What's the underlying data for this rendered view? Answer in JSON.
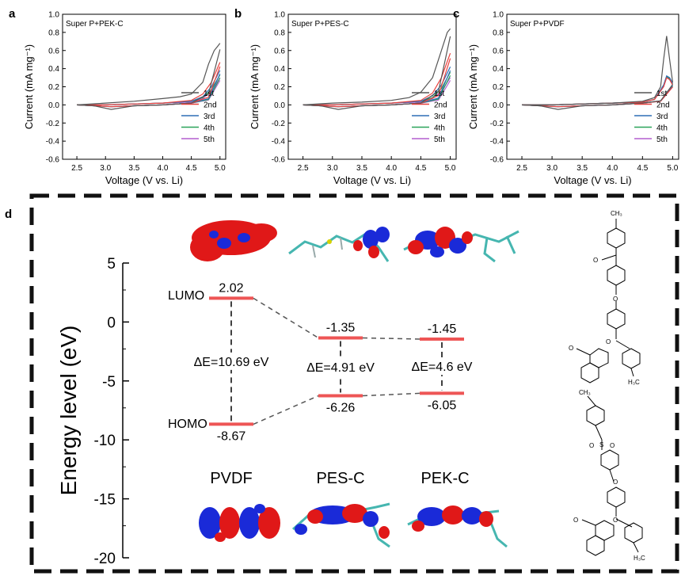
{
  "chart_data": [
    {
      "type": "line",
      "panel": "a",
      "inset_title": "Super P+PEK-C",
      "xlabel": "Voltage (V vs. Li)",
      "ylabel": "Current (mA mg⁻¹)",
      "xlim": [
        2.25,
        5.1
      ],
      "ylim": [
        -0.6,
        1.0
      ],
      "xticks": [
        "2.5",
        "3.0",
        "3.5",
        "4.0",
        "4.5",
        "5.0"
      ],
      "yticks": [
        "-0.6",
        "-0.4",
        "-0.2",
        "0.0",
        "0.2",
        "0.4",
        "0.6",
        "0.8",
        "1.0"
      ],
      "legend": "bottom-right",
      "series": [
        {
          "name": "1st",
          "color": "#555555",
          "peak": 0.68,
          "x": [
            2.5,
            3.0,
            3.5,
            4.0,
            4.3,
            4.5,
            4.7,
            4.8,
            4.9,
            4.95,
            5.0
          ],
          "y": [
            0.0,
            0.02,
            0.04,
            0.07,
            0.09,
            0.12,
            0.25,
            0.45,
            0.6,
            0.64,
            0.68
          ]
        },
        {
          "name": "2nd",
          "color": "#e8413e",
          "peak": 0.47,
          "x": [
            2.5,
            3.0,
            3.5,
            4.0,
            4.5,
            4.7,
            4.85,
            5.0
          ],
          "y": [
            0.0,
            0.0,
            0.01,
            0.02,
            0.05,
            0.12,
            0.25,
            0.47
          ]
        },
        {
          "name": "3rd",
          "color": "#2f6fb5",
          "peak": 0.38,
          "x": [
            2.5,
            3.0,
            3.5,
            4.0,
            4.5,
            4.7,
            4.85,
            5.0
          ],
          "y": [
            0.0,
            0.0,
            0.01,
            0.02,
            0.04,
            0.09,
            0.2,
            0.38
          ]
        },
        {
          "name": "4th",
          "color": "#2aa35a",
          "peak": 0.33,
          "x": [
            2.5,
            3.0,
            3.5,
            4.0,
            4.5,
            4.7,
            4.85,
            5.0
          ],
          "y": [
            0.0,
            0.0,
            0.01,
            0.02,
            0.04,
            0.08,
            0.17,
            0.33
          ]
        },
        {
          "name": "5th",
          "color": "#b35fcf",
          "peak": 0.3,
          "x": [
            2.5,
            3.0,
            3.5,
            4.0,
            4.5,
            4.7,
            4.85,
            5.0
          ],
          "y": [
            0.0,
            0.0,
            0.01,
            0.02,
            0.03,
            0.07,
            0.15,
            0.3
          ]
        }
      ]
    },
    {
      "type": "line",
      "panel": "b",
      "inset_title": "Super P+PES-C",
      "xlabel": "Voltage (V vs. Li)",
      "ylabel": "Current (mA mg⁻¹)",
      "xlim": [
        2.25,
        5.1
      ],
      "ylim": [
        -0.6,
        1.0
      ],
      "xticks": [
        "2.5",
        "3.0",
        "3.5",
        "4.0",
        "4.5",
        "5.0"
      ],
      "yticks": [
        "-0.6",
        "-0.4",
        "-0.2",
        "0.0",
        "0.2",
        "0.4",
        "0.6",
        "0.8",
        "1.0"
      ],
      "legend": "bottom-right",
      "series": [
        {
          "name": "1st",
          "color": "#555555",
          "peak": 0.84,
          "x": [
            2.5,
            3.0,
            3.5,
            4.0,
            4.3,
            4.5,
            4.7,
            4.8,
            4.9,
            4.95,
            5.0
          ],
          "y": [
            0.0,
            0.02,
            0.03,
            0.05,
            0.08,
            0.14,
            0.3,
            0.5,
            0.7,
            0.8,
            0.84
          ]
        },
        {
          "name": "2nd",
          "color": "#e8413e",
          "peak": 0.57,
          "x": [
            2.5,
            3.0,
            3.5,
            4.0,
            4.5,
            4.7,
            4.85,
            5.0
          ],
          "y": [
            0.0,
            0.0,
            0.01,
            0.02,
            0.05,
            0.13,
            0.3,
            0.57
          ]
        },
        {
          "name": "3rd",
          "color": "#2f6fb5",
          "peak": 0.42,
          "x": [
            2.5,
            3.0,
            3.5,
            4.0,
            4.5,
            4.7,
            4.85,
            5.0
          ],
          "y": [
            0.0,
            0.0,
            0.01,
            0.02,
            0.04,
            0.1,
            0.22,
            0.42
          ]
        },
        {
          "name": "4th",
          "color": "#2aa35a",
          "peak": 0.36,
          "x": [
            2.5,
            3.0,
            3.5,
            4.0,
            4.5,
            4.7,
            4.85,
            5.0
          ],
          "y": [
            0.0,
            0.0,
            0.01,
            0.02,
            0.04,
            0.08,
            0.18,
            0.36
          ]
        },
        {
          "name": "5th",
          "color": "#b35fcf",
          "peak": 0.3,
          "x": [
            2.5,
            3.0,
            3.5,
            4.0,
            4.5,
            4.7,
            4.85,
            5.0
          ],
          "y": [
            0.0,
            0.0,
            0.01,
            0.02,
            0.03,
            0.07,
            0.15,
            0.3
          ]
        }
      ]
    },
    {
      "type": "line",
      "panel": "c",
      "inset_title": "Super P+PVDF",
      "xlabel": "Voltage (V vs. Li)",
      "ylabel": "Current (mA mg⁻¹)",
      "xlim": [
        2.25,
        5.1
      ],
      "ylim": [
        -0.6,
        1.0
      ],
      "xticks": [
        "2.5",
        "3.0",
        "3.5",
        "4.0",
        "4.5",
        "5.0"
      ],
      "yticks": [
        "-0.6",
        "-0.4",
        "-0.2",
        "0.0",
        "0.2",
        "0.4",
        "0.6",
        "0.8",
        "1.0"
      ],
      "legend": "bottom-right",
      "series": [
        {
          "name": "1st",
          "color": "#555555",
          "peak": 0.76,
          "x": [
            2.5,
            3.0,
            3.5,
            4.0,
            4.5,
            4.7,
            4.8,
            4.85,
            4.9,
            4.95,
            5.0
          ],
          "y": [
            0.0,
            0.0,
            0.01,
            0.02,
            0.04,
            0.08,
            0.2,
            0.5,
            0.76,
            0.5,
            0.25
          ]
        },
        {
          "name": "2nd",
          "color": "#e8413e",
          "peak": 0.3,
          "x": [
            2.5,
            3.0,
            3.5,
            4.0,
            4.5,
            4.7,
            4.85,
            4.9,
            4.95,
            5.0
          ],
          "y": [
            0.0,
            0.0,
            0.01,
            0.02,
            0.03,
            0.06,
            0.2,
            0.3,
            0.28,
            0.22
          ]
        },
        {
          "name": "3rd",
          "color": "#2f6fb5",
          "peak": 0.32,
          "x": [
            2.5,
            3.0,
            3.5,
            4.0,
            4.5,
            4.7,
            4.85,
            4.9,
            4.95,
            5.0
          ],
          "y": [
            0.0,
            0.0,
            0.01,
            0.02,
            0.03,
            0.06,
            0.22,
            0.32,
            0.3,
            0.24
          ]
        },
        {
          "name": "4th",
          "color": "#2aa35a",
          "peak": 0.31,
          "x": [
            2.5,
            3.0,
            3.5,
            4.0,
            4.5,
            4.7,
            4.85,
            4.9,
            4.95,
            5.0
          ],
          "y": [
            0.0,
            0.0,
            0.01,
            0.02,
            0.03,
            0.06,
            0.21,
            0.31,
            0.29,
            0.23
          ]
        },
        {
          "name": "5th",
          "color": "#b35fcf",
          "peak": 0.3,
          "x": [
            2.5,
            3.0,
            3.5,
            4.0,
            4.5,
            4.7,
            4.85,
            4.9,
            4.95,
            5.0
          ],
          "y": [
            0.0,
            0.0,
            0.01,
            0.02,
            0.03,
            0.06,
            0.2,
            0.3,
            0.28,
            0.22
          ]
        }
      ]
    },
    {
      "type": "scatter",
      "panel": "d",
      "ylabel": "Energy level (eV)",
      "ylim": [
        -20,
        5
      ],
      "yticks": [
        "5",
        "0",
        "-5",
        "-10",
        "-15",
        "-20"
      ],
      "categories": [
        "PVDF",
        "PES-C",
        "PEK-C"
      ],
      "lumo_label": "LUMO",
      "homo_label": "HOMO",
      "lumo": [
        2.02,
        -1.35,
        -1.45
      ],
      "homo": [
        -8.67,
        -6.26,
        -6.05
      ],
      "lumo_text": [
        "2.02",
        "-1.35",
        "-1.45"
      ],
      "homo_text": [
        "-8.67",
        "-6.26",
        "-6.05"
      ],
      "gap_text": [
        "ΔE=10.69 eV",
        "ΔE=4.91 eV",
        "ΔE=4.6 eV"
      ],
      "level_color": "#ee5555"
    }
  ],
  "panel_letters": [
    "a",
    "b",
    "c",
    "d"
  ],
  "structure_labels": {
    "ketone_o": "O",
    "ether_o1": "O",
    "lactone_o1a": "O",
    "lactone_o1b": "O",
    "ch3_top": "CH₃",
    "h3c_mid": "H₃C",
    "ch3_mid2": "CH₃",
    "sulfone_s": "S",
    "sulfone_o1": "O",
    "sulfone_o2": "O",
    "ether_o2": "O",
    "lactone_o2a": "O",
    "lactone_o2b": "O",
    "h3c_bottom": "H₃C"
  }
}
